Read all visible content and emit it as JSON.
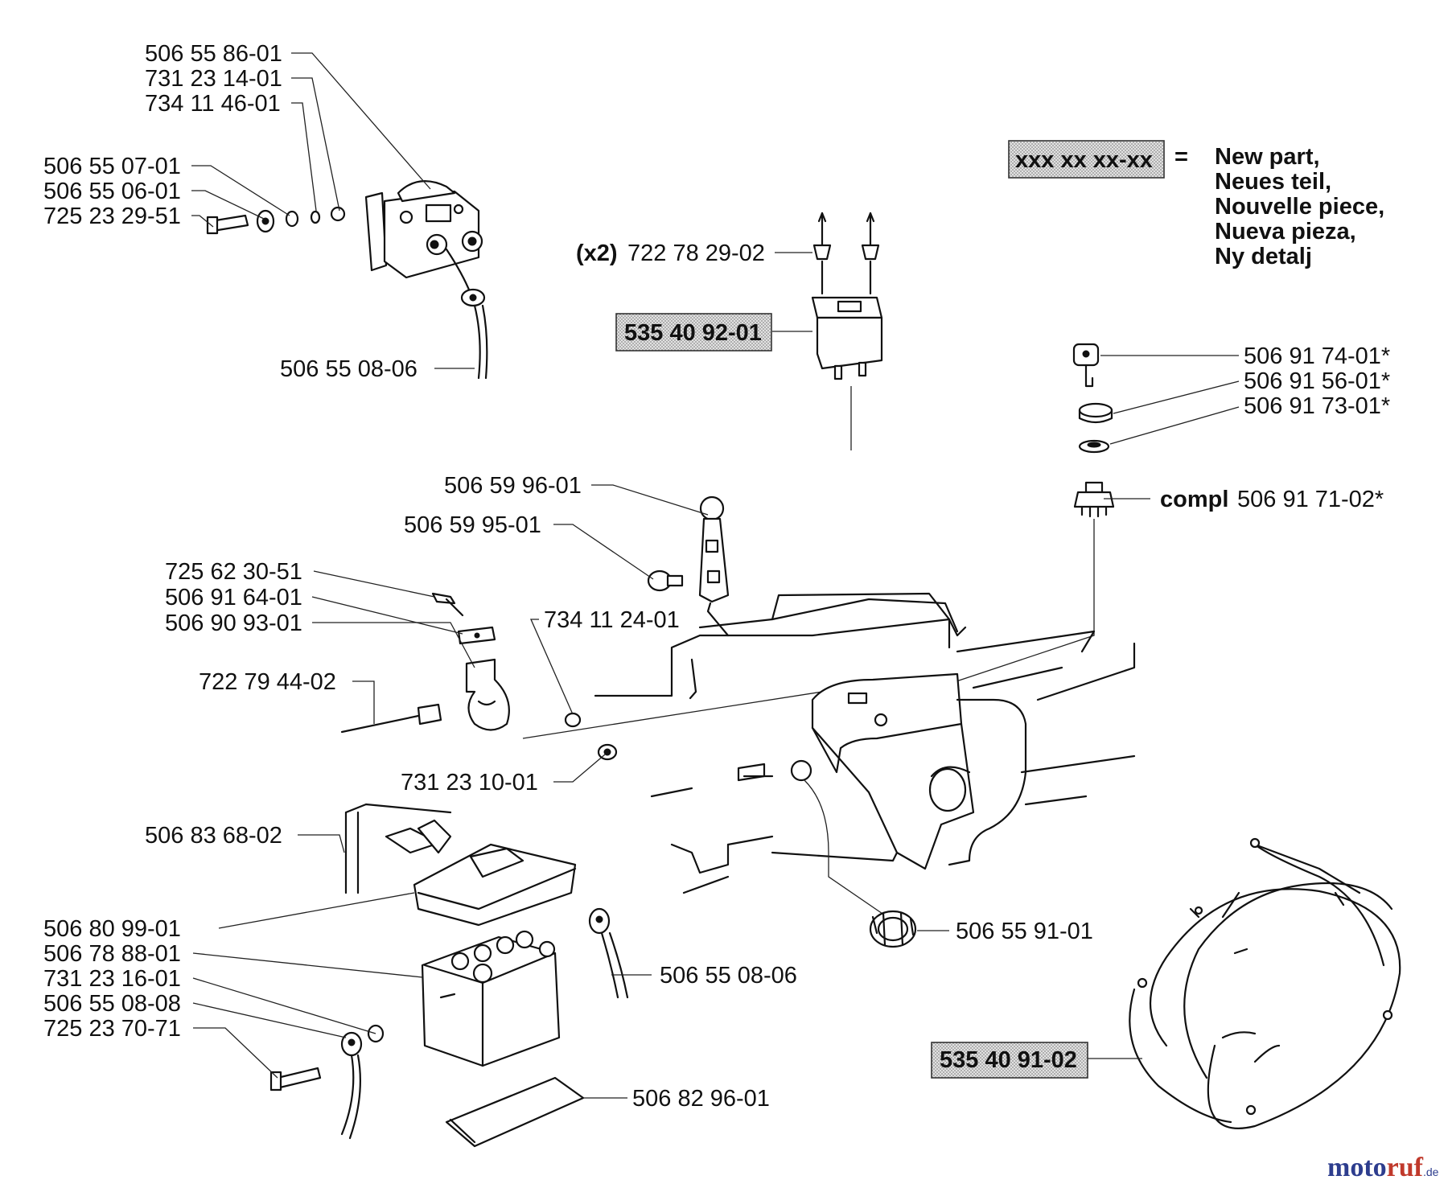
{
  "labels": {
    "p1": "506 55 86-01",
    "p2": "731 23 14-01",
    "p3": "734 11 46-01",
    "p4": "506 55 07-01",
    "p5": "506 55 06-01",
    "p6": "725 23 29-51",
    "p7": "506 55 08-06",
    "p8_prefix": "(x2)",
    "p8": "722 78 29-02",
    "p9": "535 40 92-01",
    "p10": "506 91 74-01*",
    "p11": "506 91 56-01*",
    "p12": "506 91 73-01*",
    "p13_prefix": "compl",
    "p13": "506 91 71-02*",
    "p14": "506 59 96-01",
    "p15": "506 59 95-01",
    "p16": "725 62 30-51",
    "p17": "506 91 64-01",
    "p18": "506 90 93-01",
    "p19": "734 11 24-01",
    "p20": "722 79 44-02",
    "p21": "731 23 10-01",
    "p22": "506 83 68-02",
    "p23": "506 80 99-01",
    "p24": "506 78 88-01",
    "p25": "731 23 16-01",
    "p26": "506 55 08-08",
    "p27": "725 23 70-71",
    "p28": "506 55 08-06",
    "p29": "506 82 96-01",
    "p30": "506 55 91-01",
    "p31": "535 40 91-02"
  },
  "legend": {
    "box": "xxx xx xx-xx",
    "equals": "=",
    "lines": [
      "New part,",
      "Neues teil,",
      "Nouvelle piece,",
      "Nueva pieza,",
      "Ny detalj"
    ]
  },
  "watermark": {
    "a": "moto",
    "b": "ruf",
    "c": ".de"
  }
}
